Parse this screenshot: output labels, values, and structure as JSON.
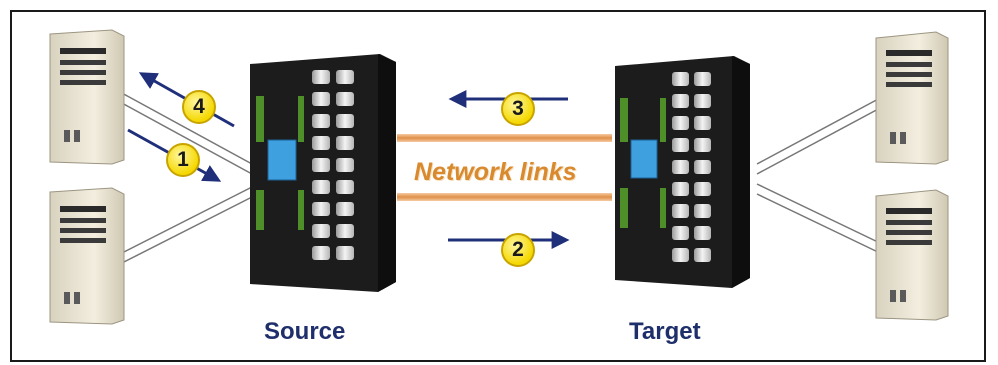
{
  "labels": {
    "source": "Source",
    "target": "Target",
    "network": "Network links"
  },
  "steps": [
    {
      "number": "4",
      "direction": "source-to-hosts"
    },
    {
      "number": "1",
      "direction": "hosts-to-source"
    },
    {
      "number": "3",
      "direction": "target-to-source"
    },
    {
      "number": "2",
      "direction": "source-to-target"
    }
  ],
  "colors": {
    "arrow": "#1f2f7a",
    "link": "#e8a060",
    "label": "#1f2f6b",
    "network_text": "#d98a2e",
    "badge": "#f5d800",
    "storage_body": "#1c1c1c",
    "green_latch": "#4f8f2a",
    "blue_panel": "#3fa0e0",
    "host_case": "#efe9d8"
  }
}
